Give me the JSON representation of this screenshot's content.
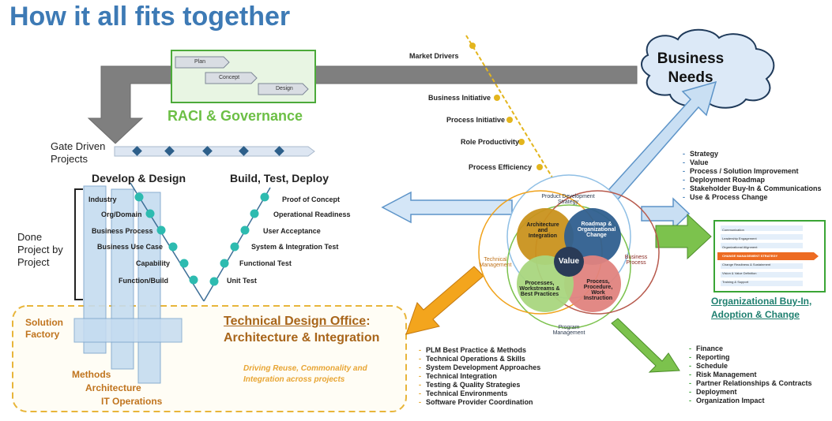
{
  "title": "How it all fits together",
  "business_needs": "Business Needs",
  "market_drivers": "Market Drivers",
  "drivers": [
    "Business Initiative",
    "Process Initiative",
    "Role Productivity",
    "Process Efficiency"
  ],
  "raci": {
    "label": "RACI & Governance",
    "steps": [
      "Plan",
      "Concept",
      "Design"
    ]
  },
  "gate_driven": "Gate Driven Projects",
  "develop_design": "Develop & Design",
  "build_test": "Build, Test, Deploy",
  "left_v": [
    "Industry",
    "Org/Domain",
    "Business Process",
    "Business Use Case",
    "Capability",
    "Function/Build"
  ],
  "right_v": [
    "Proof of Concept",
    "Operational Readiness",
    "User Acceptance",
    "System & Integration Test",
    "Functional Test",
    "Unit Test"
  ],
  "done_project": "Done Project by Project",
  "solution_factory": "Solution Factory",
  "methods": [
    "Methods",
    "Architecture",
    "IT Operations"
  ],
  "tdo": {
    "title": "Technical Design Office",
    "colon": ":",
    "subtitle": "Architecture & Integration",
    "tagline": "Driving Reuse, Commonality and Integration across projects"
  },
  "wheel": {
    "center": "Value",
    "outer": [
      "Product Development Strategy",
      "Business Process",
      "Program Management",
      "Technical Management"
    ],
    "inner": [
      "Architecture and Integration",
      "Roadmap & Organizational Change",
      "Process, Procedure, Work Instruction",
      "Processes, Workstreams & Best Practices"
    ]
  },
  "strategy_list": [
    "Strategy",
    "Value",
    "Process / Solution Improvement",
    "Deployment Roadmap",
    "Stakeholder Buy-In & Communications",
    "Use & Process Change"
  ],
  "change_box": {
    "items": [
      "Communication",
      "Leadership Engagement",
      "Organizational Alignment",
      "CHANGE MANAGEMENT STRATEGY",
      "Change Readiness & Sustainment",
      "Vision & Value Definition",
      "Training & Support"
    ]
  },
  "org_buyin": [
    "Organizational Buy-In,",
    "Adoption & Change"
  ],
  "program_list": [
    "Finance",
    "Reporting",
    "Schedule",
    "Risk Management",
    "Partner Relationships & Contracts",
    "Deployment",
    "Organization Impact"
  ],
  "tech_list": [
    "PLM Best Practice & Methods",
    "Technical Operations & Skills",
    "System Development Approaches",
    "Technical Integration",
    "Testing & Quality Strategies",
    "Technical Environments",
    "Software Provider Coordination"
  ],
  "colors": {
    "title": "#3d7ab5",
    "raci": "#6cbf45",
    "orange": "#f0a21b",
    "brown": "#c0741e",
    "green": "#6cb33f",
    "blue_arrow": "#a9cdea",
    "dot": "#2dbbb0",
    "gold": "#e3b51d"
  }
}
